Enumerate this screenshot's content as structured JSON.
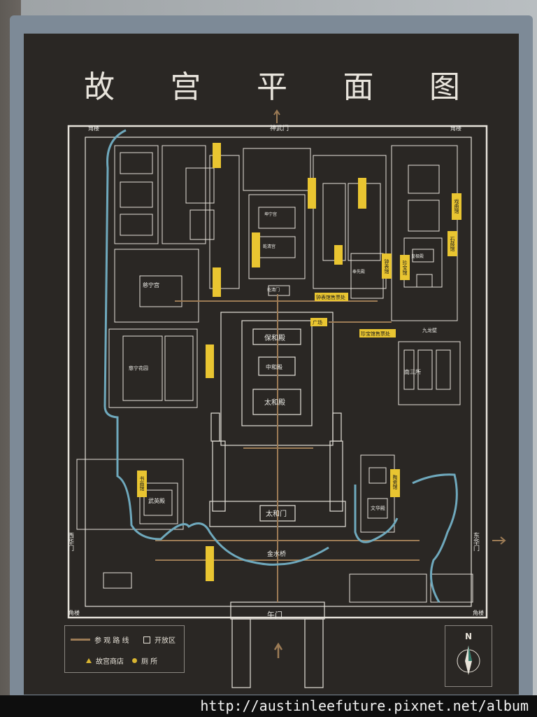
{
  "map": {
    "title_chars": [
      "故",
      "宫",
      "平",
      "面",
      "图"
    ],
    "gates": {
      "north": "神武门",
      "south": "午门",
      "east": "东华门",
      "west": "西华门",
      "taihe_gate": "太和门",
      "qianqing_gate": "乾清门"
    },
    "halls": {
      "baohe": "保和殿",
      "zhonghe": "中和殿",
      "taihe": "太和殿",
      "wuying": "武英殿",
      "wenhua": "文华殿",
      "cining": "慈宁宫",
      "cining_garden": "慈宁花园",
      "qianqing": "乾清宫",
      "kunning": "坤宁宫",
      "nansansuo": "南三所",
      "jiulongbi": "九龙壁",
      "fengxian": "奉先殿",
      "huangji": "皇极殿",
      "jinshuiqiao": "金水桥"
    },
    "corner_towers": [
      "角楼",
      "角楼",
      "角楼",
      "角楼"
    ],
    "yellow_tags": [
      {
        "id": "shuhua",
        "text": "书画馆"
      },
      {
        "id": "taoci",
        "text": "陶瓷馆"
      },
      {
        "id": "xiju",
        "text": "戏曲馆"
      },
      {
        "id": "shiguguan",
        "text": "石鼓馆"
      },
      {
        "id": "zhenbao",
        "text": "珍宝馆"
      },
      {
        "id": "zhongbiao",
        "text": "钟表馆"
      },
      {
        "id": "guangchang",
        "text": "广场"
      },
      {
        "id": "zhongbiao_shop",
        "text": "钟表馆售票处"
      },
      {
        "id": "zhenbao_shop",
        "text": "珍宝馆售票处"
      }
    ],
    "legend": {
      "route": "参 观 路 线",
      "open_area": "开放区",
      "shop": "故宫商店",
      "toilet": "厕 所"
    },
    "compass": "N",
    "colors": {
      "board": "#2a2724",
      "lines": "#e6e2da",
      "route": "#9c7b55",
      "river": "#6fa9bd",
      "tag": "#e9c531"
    }
  },
  "watermark": "http://austinleefuture.pixnet.net/album"
}
